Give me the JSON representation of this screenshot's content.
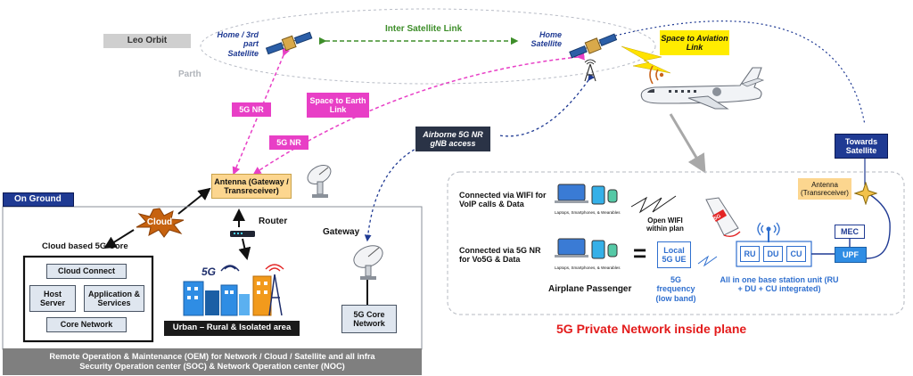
{
  "orbit": {
    "leo_label": "Leo Orbit",
    "watermark": "Parth",
    "home_3rd_satellite": "Home / 3rd part Satellite",
    "inter_satellite_link": "Inter Satellite Link",
    "home_satellite": "Home Satellite",
    "space_to_aviation": "Space to Aviation Link",
    "space_to_earth": "Space to Earth Link",
    "nr_label_1": "5G NR",
    "nr_label_2": "5G NR",
    "airborne_access": "Airborne 5G NR gNB access",
    "towards_satellite": "Towards Satellite"
  },
  "ground": {
    "on_ground": "On Ground",
    "antenna_gateway": "Antenna (Gateway / Transreceiver)",
    "cloud": "Cloud",
    "router": "Router",
    "gateway": "Gateway",
    "cloud_core_title": "Cloud based 5G Core",
    "cloud_connect": "Cloud Connect",
    "host_server": "Host Server",
    "app_services": "Application & Services",
    "core_network": "Core Network",
    "urban_rural": "Urban – Rural & Isolated area",
    "core_network_5g": "5G Core Network",
    "footer_line1": "Remote Operation & Maintenance (OEM) for Network / Cloud / Satellite and all infra",
    "footer_line2": "Security Operation center (SOC) & Network Operation center (NOC)"
  },
  "plane": {
    "wifi_text": "Connected via WIFI for VoIP calls & Data",
    "nr_text": "Connected via 5G NR for Vo5G & Data",
    "devices_caption": "Laptops, Smartphones, & Wearables",
    "open_wifi": "Open WIFI within plan",
    "equals": "=",
    "local_ue": "Local 5G UE",
    "passenger": "Airplane Passenger",
    "frequency": "5G frequency (low band)",
    "antenna_trans": "Antenna (Transreceiver)",
    "mec": "MEC",
    "ru": "RU",
    "du": "DU",
    "cu": "CU",
    "upf": "UPF",
    "base_station": "All in one base station unit (RU + DU + CU integrated)",
    "title": "5G Private Network inside plane"
  },
  "colors": {
    "pink": "#e83fc6",
    "navy": "#1f3a93",
    "blue": "#2f6fcf",
    "red_title": "#e31b1b",
    "footer": "#7f7f7f"
  }
}
